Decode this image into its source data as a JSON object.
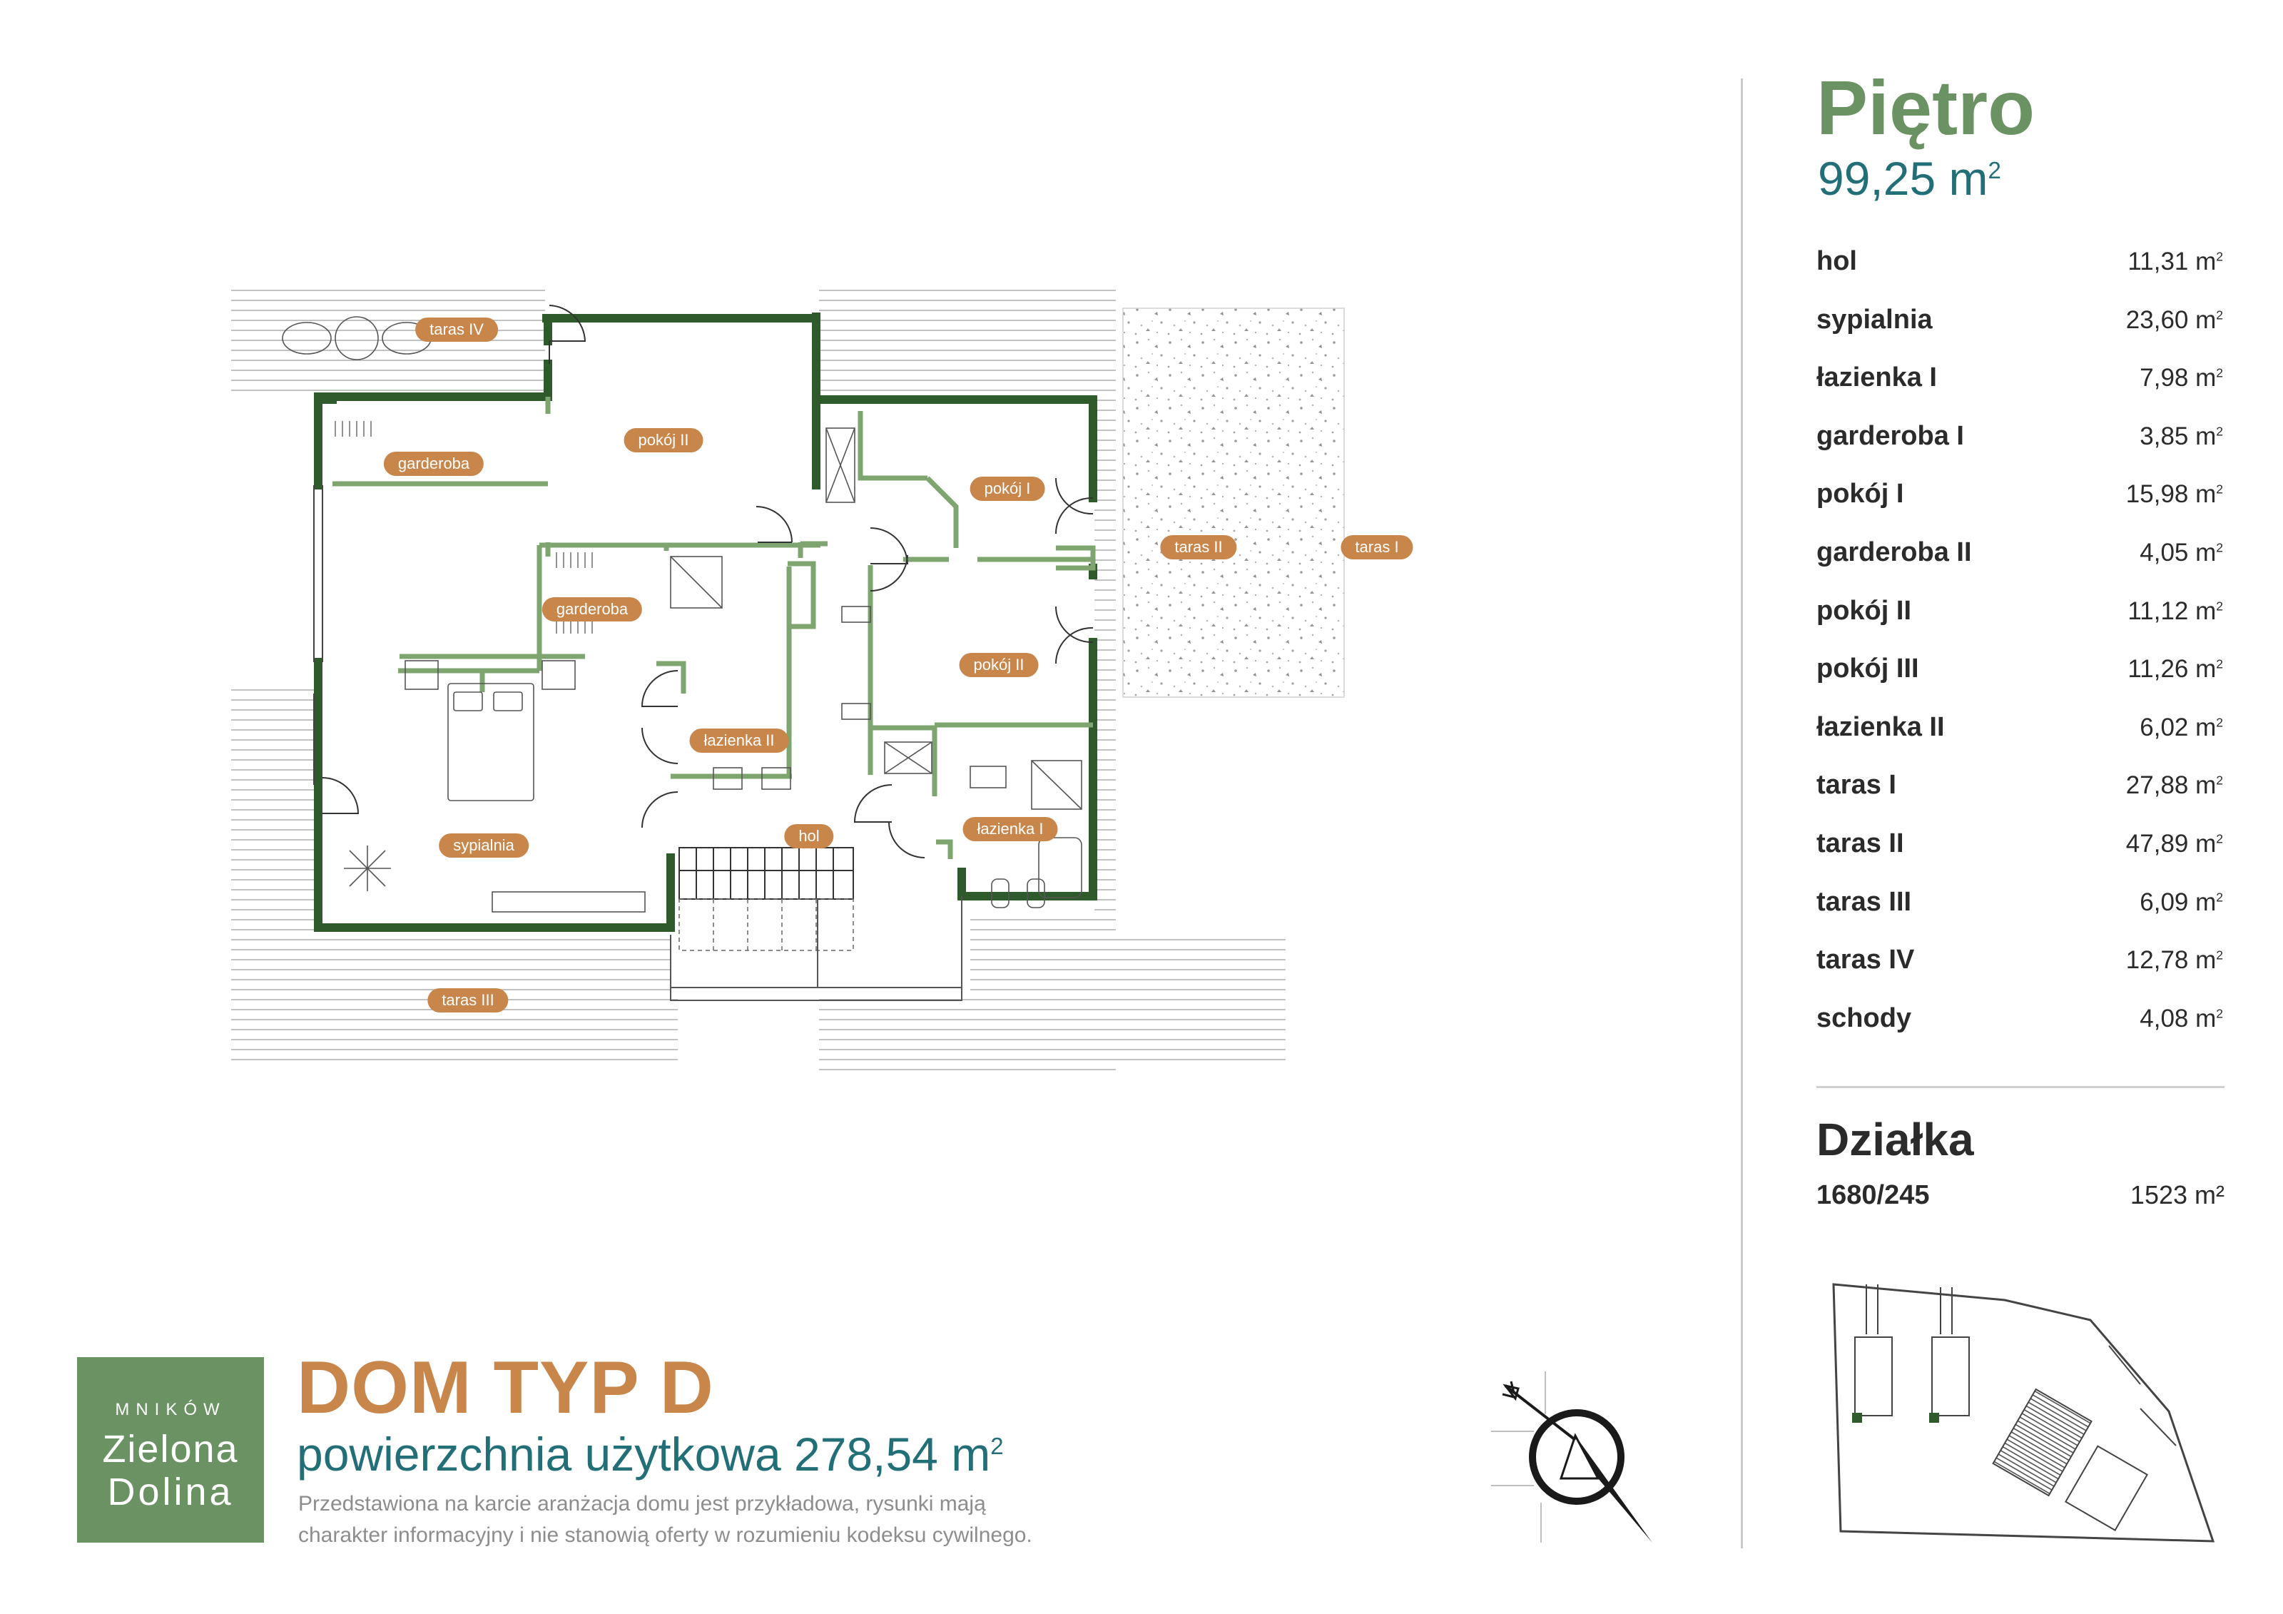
{
  "floor": {
    "title": "Piętro",
    "area_value": "99,25 m",
    "area_sup": "2"
  },
  "rooms": [
    {
      "name": "hol",
      "area": "11,31 m",
      "sup": "2"
    },
    {
      "name": "sypialnia",
      "area": "23,60 m",
      "sup": "2"
    },
    {
      "name": "łazienka I",
      "area": "7,98 m",
      "sup": "2"
    },
    {
      "name": "garderoba I",
      "area": "3,85 m",
      "sup": "2"
    },
    {
      "name": "pokój I",
      "area": "15,98 m",
      "sup": "2"
    },
    {
      "name": "garderoba II",
      "area": "4,05 m",
      "sup": "2"
    },
    {
      "name": "pokój II",
      "area": "11,12 m",
      "sup": "2"
    },
    {
      "name": "pokój III",
      "area": "11,26 m",
      "sup": "2"
    },
    {
      "name": "łazienka II",
      "area": "6,02 m",
      "sup": "2"
    },
    {
      "name": "taras I",
      "area": "27,88 m",
      "sup": "2"
    },
    {
      "name": "taras II",
      "area": "47,89 m",
      "sup": "2"
    },
    {
      "name": "taras III",
      "area": "6,09 m",
      "sup": "2"
    },
    {
      "name": "taras IV",
      "area": "12,78 m",
      "sup": "2"
    },
    {
      "name": "schody",
      "area": "4,08 m",
      "sup": "2"
    }
  ],
  "plot": {
    "title": "Działka",
    "id": "1680/245",
    "area": "1523 m²"
  },
  "plan_labels": {
    "taras_iv": "taras IV",
    "pokoj_ii_top": "pokój II",
    "garderoba_top": "garderoba",
    "pokoj_i": "pokój I",
    "taras_ii": "taras II",
    "taras_i": "taras I",
    "garderoba_mid": "garderoba",
    "pokoj_ii_right": "pokój II",
    "lazienka_ii": "łazienka II",
    "sypialnia": "sypialnia",
    "hol": "hol",
    "lazienka_i": "łazienka I",
    "taras_iii": "taras III"
  },
  "branding": {
    "logo_small": "MNIKÓW",
    "logo_line1": "Zielona",
    "logo_line2": "Dolina",
    "house_type": "DOM TYP D",
    "usable_area_text": "powierzchnia użytkowa 278,54 m",
    "usable_area_sup": "2",
    "disclaimer_line1": "Przedstawiona na karcie aranżacja domu jest przykładowa, rysunki mają",
    "disclaimer_line2": "charakter informacyjny i nie stanowią oferty w rozumieniu kodeksu cywilnego."
  },
  "colors": {
    "wall_green": "#6b9263",
    "wall_dark": "#2f5a2b",
    "accent_orange": "#c8864a",
    "accent_teal": "#236f78"
  }
}
